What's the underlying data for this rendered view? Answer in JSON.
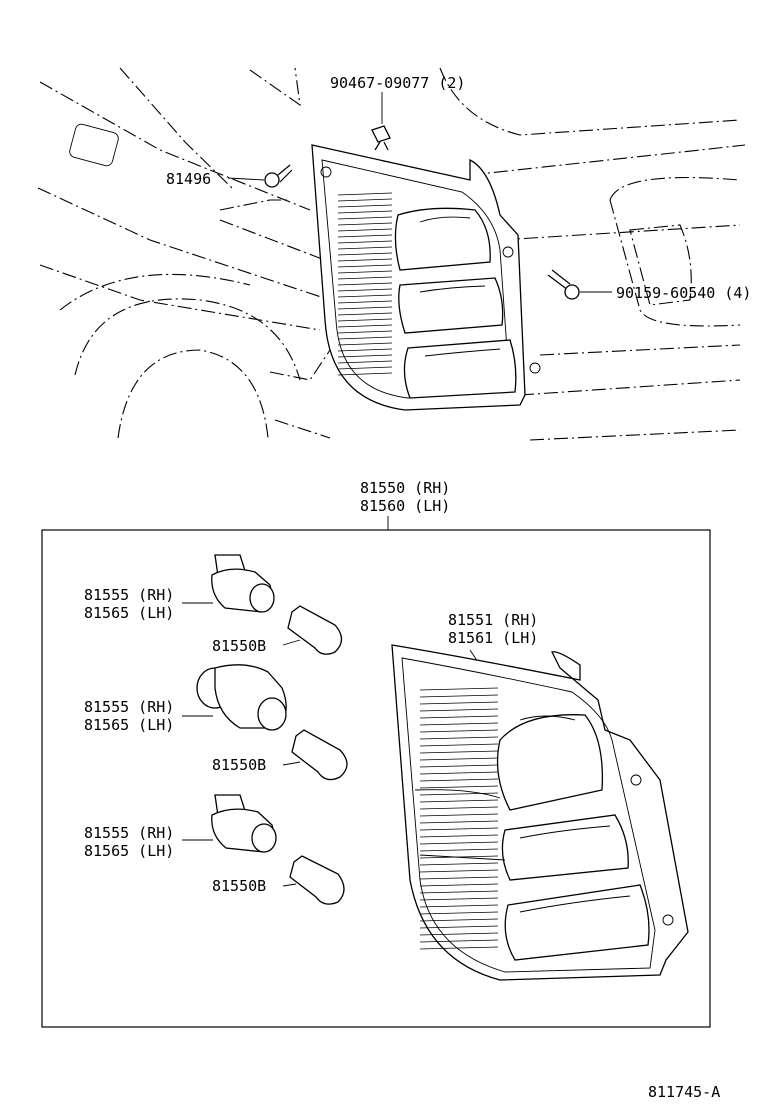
{
  "callouts": {
    "clip": "90467-09077 (2)",
    "pin": "81496",
    "screw": "90159-60540 (4)",
    "assembly_rh": "81550 (RH)",
    "assembly_lh": "81560 (LH)",
    "lens_rh": "81551 (RH)",
    "lens_lh": "81561 (LH)",
    "socket1_rh": "81555 (RH)",
    "socket1_lh": "81565 (LH)",
    "bulb1": "81550B",
    "socket2_rh": "81555 (RH)",
    "socket2_lh": "81565 (LH)",
    "bulb2": "81550B",
    "socket3_rh": "81555 (RH)",
    "socket3_lh": "81565 (LH)",
    "bulb3": "81550B"
  },
  "diagram_id": "811745-A"
}
